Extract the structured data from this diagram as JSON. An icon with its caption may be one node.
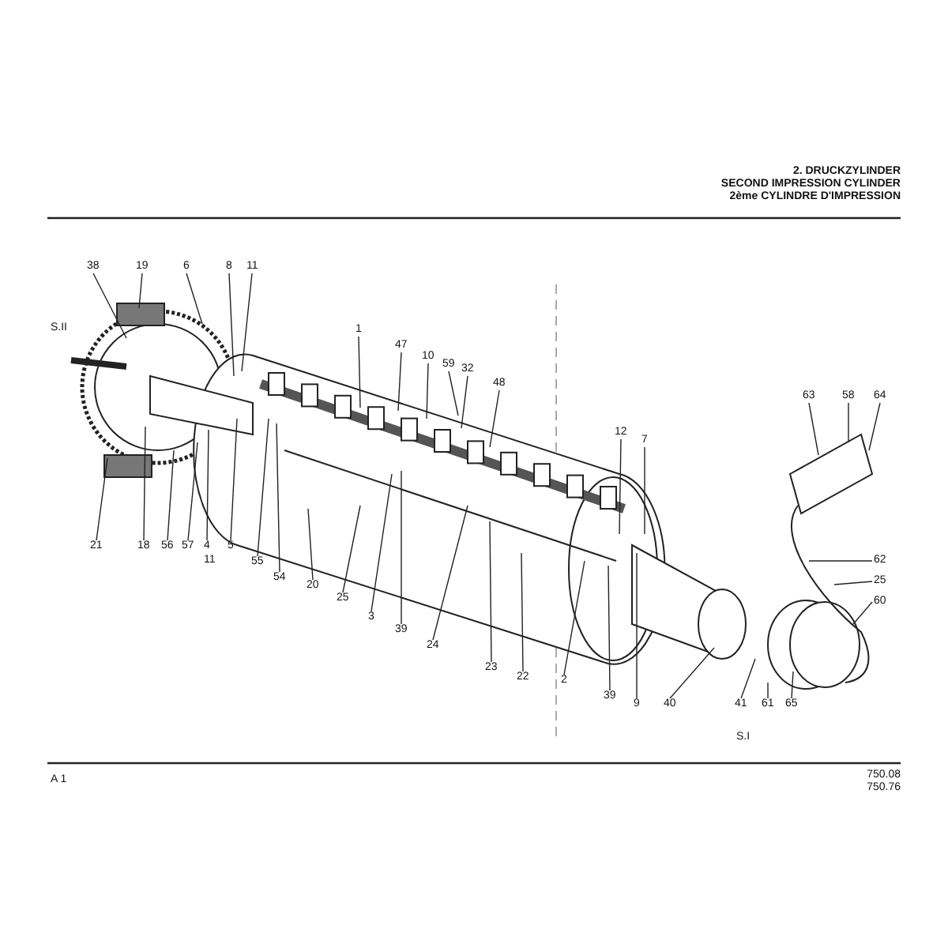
{
  "diagram": {
    "title": "2. DRUCKZYLINDER",
    "nodes": [
      {
        "text": [
          "38"
        ]
      },
      {
        "text": [
          "19"
        ]
      },
      {
        "text": [
          "6"
        ]
      },
      {
        "text": [
          "8"
        ]
      },
      {
        "text": [
          "11"
        ]
      },
      {
        "text": [
          "1"
        ]
      },
      {
        "text": [
          "47"
        ]
      },
      {
        "text": [
          "10"
        ]
      },
      {
        "text": [
          "59"
        ]
      },
      {
        "text": [
          "32"
        ]
      },
      {
        "text": [
          "48"
        ]
      },
      {
        "text": [
          "12"
        ]
      },
      {
        "text": [
          "7"
        ]
      },
      {
        "text": [
          "63"
        ]
      },
      {
        "text": [
          "58"
        ]
      },
      {
        "text": [
          "64"
        ]
      },
      {
        "text": [
          "62"
        ]
      },
      {
        "text": [
          "25"
        ]
      },
      {
        "text": [
          "60"
        ]
      },
      {
        "text": [
          "21"
        ]
      },
      {
        "text": [
          "18"
        ]
      },
      {
        "text": [
          "56"
        ]
      },
      {
        "text": [
          "57"
        ]
      },
      {
        "text": [
          "4"
        ]
      },
      {
        "text": [
          "5"
        ]
      },
      {
        "text": [
          "55"
        ]
      },
      {
        "text": [
          "54"
        ]
      },
      {
        "text": [
          "20"
        ]
      },
      {
        "text": [
          "25"
        ]
      },
      {
        "text": [
          "3"
        ]
      },
      {
        "text": [
          "39"
        ]
      },
      {
        "text": [
          "24"
        ]
      },
      {
        "text": [
          "23"
        ]
      },
      {
        "text": [
          "22"
        ]
      },
      {
        "text": [
          "2"
        ]
      },
      {
        "text": [
          "39"
        ]
      },
      {
        "text": [
          "9"
        ]
      },
      {
        "text": [
          "40"
        ]
      },
      {
        "text": [
          "41"
        ]
      },
      {
        "text": [
          "61"
        ]
      },
      {
        "text": [
          "65"
        ]
      }
    ],
    "edges": [
      {
        "from": 0,
        "to": null,
        "arrow": "none"
      },
      {
        "from": 1,
        "to": null,
        "arrow": "none"
      },
      {
        "from": 2,
        "to": null,
        "arrow": "none"
      },
      {
        "from": 3,
        "to": null,
        "arrow": "none"
      },
      {
        "from": 4,
        "to": null,
        "arrow": "none"
      },
      {
        "from": 5,
        "to": null,
        "arrow": "none"
      },
      {
        "from": 6,
        "to": null,
        "arrow": "none"
      },
      {
        "from": 7,
        "to": null,
        "arrow": "none"
      },
      {
        "from": 8,
        "to": null,
        "arrow": "none"
      },
      {
        "from": 9,
        "to": null,
        "arrow": "none"
      },
      {
        "from": 10,
        "to": null,
        "arrow": "none"
      },
      {
        "from": 11,
        "to": null,
        "arrow": "none"
      },
      {
        "from": 12,
        "to": null,
        "arrow": "none"
      },
      {
        "from": 13,
        "to": null,
        "arrow": "none"
      },
      {
        "from": 14,
        "to": null,
        "arrow": "none"
      },
      {
        "from": 15,
        "to": null,
        "arrow": "none"
      },
      {
        "from": 16,
        "to": null,
        "arrow": "none"
      },
      {
        "from": 17,
        "to": null,
        "arrow": "none"
      },
      {
        "from": 18,
        "to": null,
        "arrow": "none"
      },
      {
        "from": 19,
        "to": null,
        "arrow": "none"
      },
      {
        "from": 20,
        "to": null,
        "arrow": "none"
      },
      {
        "from": 21,
        "to": null,
        "arrow": "none"
      },
      {
        "from": 22,
        "to": null,
        "arrow": "none"
      },
      {
        "from": 23,
        "to": null,
        "arrow": "none"
      },
      {
        "from": 24,
        "to": null,
        "arrow": "none"
      },
      {
        "from": 25,
        "to": null,
        "arrow": "none"
      },
      {
        "from": 26,
        "to": null,
        "arrow": "none"
      },
      {
        "from": 27,
        "to": null,
        "arrow": "none"
      },
      {
        "from": 28,
        "to": null,
        "arrow": "none"
      },
      {
        "from": 29,
        "to": null,
        "arrow": "none"
      },
      {
        "from": 30,
        "to": null,
        "arrow": "none"
      },
      {
        "from": 31,
        "to": null,
        "arrow": "none"
      },
      {
        "from": 32,
        "to": null,
        "arrow": "none"
      },
      {
        "from": 33,
        "to": null,
        "arrow": "none"
      },
      {
        "from": 34,
        "to": null,
        "arrow": "none"
      },
      {
        "from": 35,
        "to": null,
        "arrow": "none"
      },
      {
        "from": 36,
        "to": null,
        "arrow": "none"
      },
      {
        "from": 37,
        "to": null,
        "arrow": "none"
      },
      {
        "from": 38,
        "to": null,
        "arrow": "none"
      },
      {
        "from": 39,
        "to": null,
        "arrow": "none"
      },
      {
        "from": 40,
        "to": null,
        "arrow": "none"
      }
    ],
    "labels": [
      "SECOND IMPRESSION CYLINDER",
      "2ème CYLINDRE D'IMPRESSION",
      "S.II",
      "11",
      "S.I",
      "A 1",
      "750.08",
      "750.76"
    ]
  }
}
